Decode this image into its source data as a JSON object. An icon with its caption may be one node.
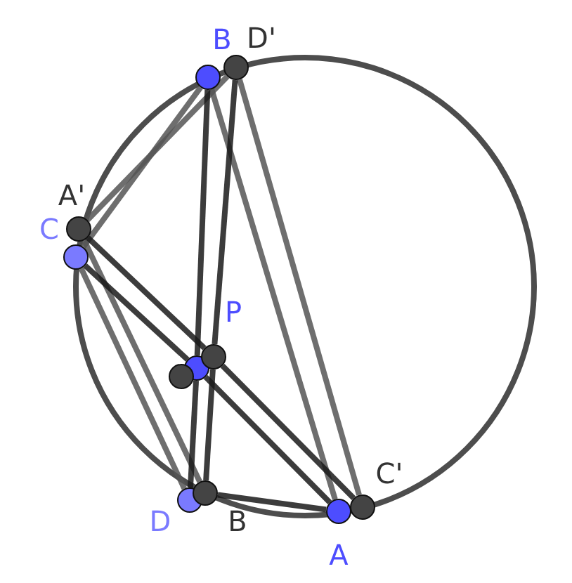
{
  "diagram": {
    "nodes": [
      {
        "text": [
          "B"
        ]
      },
      {
        "text": [
          "D'"
        ]
      },
      {
        "text": [
          "A'"
        ]
      },
      {
        "text": [
          "C"
        ]
      },
      {
        "text": [
          "P"
        ]
      },
      {
        "text": [],
        "shape": "circle"
      },
      {
        "text": [],
        "shape": "circle"
      },
      {
        "text": [
          "D"
        ]
      },
      {
        "text": [
          "B"
        ]
      },
      {
        "text": [
          "C'"
        ]
      },
      {
        "text": [
          "A"
        ]
      }
    ],
    "edges": [
      {
        "from": 10,
        "to": 0,
        "arrow": "none"
      },
      {
        "from": 0,
        "to": 3,
        "arrow": "none"
      },
      {
        "from": 3,
        "to": 7,
        "arrow": "none"
      },
      {
        "from": 2,
        "to": 1,
        "arrow": "none"
      },
      {
        "from": 2,
        "to": 8,
        "arrow": "none"
      },
      {
        "from": 9,
        "to": 1,
        "arrow": "none"
      },
      {
        "from": 0,
        "to": 4,
        "arrow": "none",
        "color": "#1a1a1a"
      },
      {
        "from": 4,
        "to": 7,
        "arrow": "none",
        "color": "#1a1a1a"
      },
      {
        "from": 1,
        "to": 5,
        "arrow": "none",
        "color": "#1a1a1a"
      },
      {
        "from": 5,
        "to": 8,
        "arrow": "none",
        "color": "#1a1a1a"
      },
      {
        "from": 3,
        "to": 4,
        "arrow": "none",
        "color": "#1a1a1a"
      },
      {
        "from": 4,
        "to": 10,
        "arrow": "none",
        "color": "#1a1a1a"
      },
      {
        "from": 2,
        "to": 5,
        "arrow": "none",
        "color": "#1a1a1a"
      },
      {
        "from": 5,
        "to": 9,
        "arrow": "none",
        "color": "#1a1a1a"
      },
      {
        "from": 8,
        "to": 10,
        "arrow": "none",
        "color": "#1a1a1a"
      }
    ]
  }
}
